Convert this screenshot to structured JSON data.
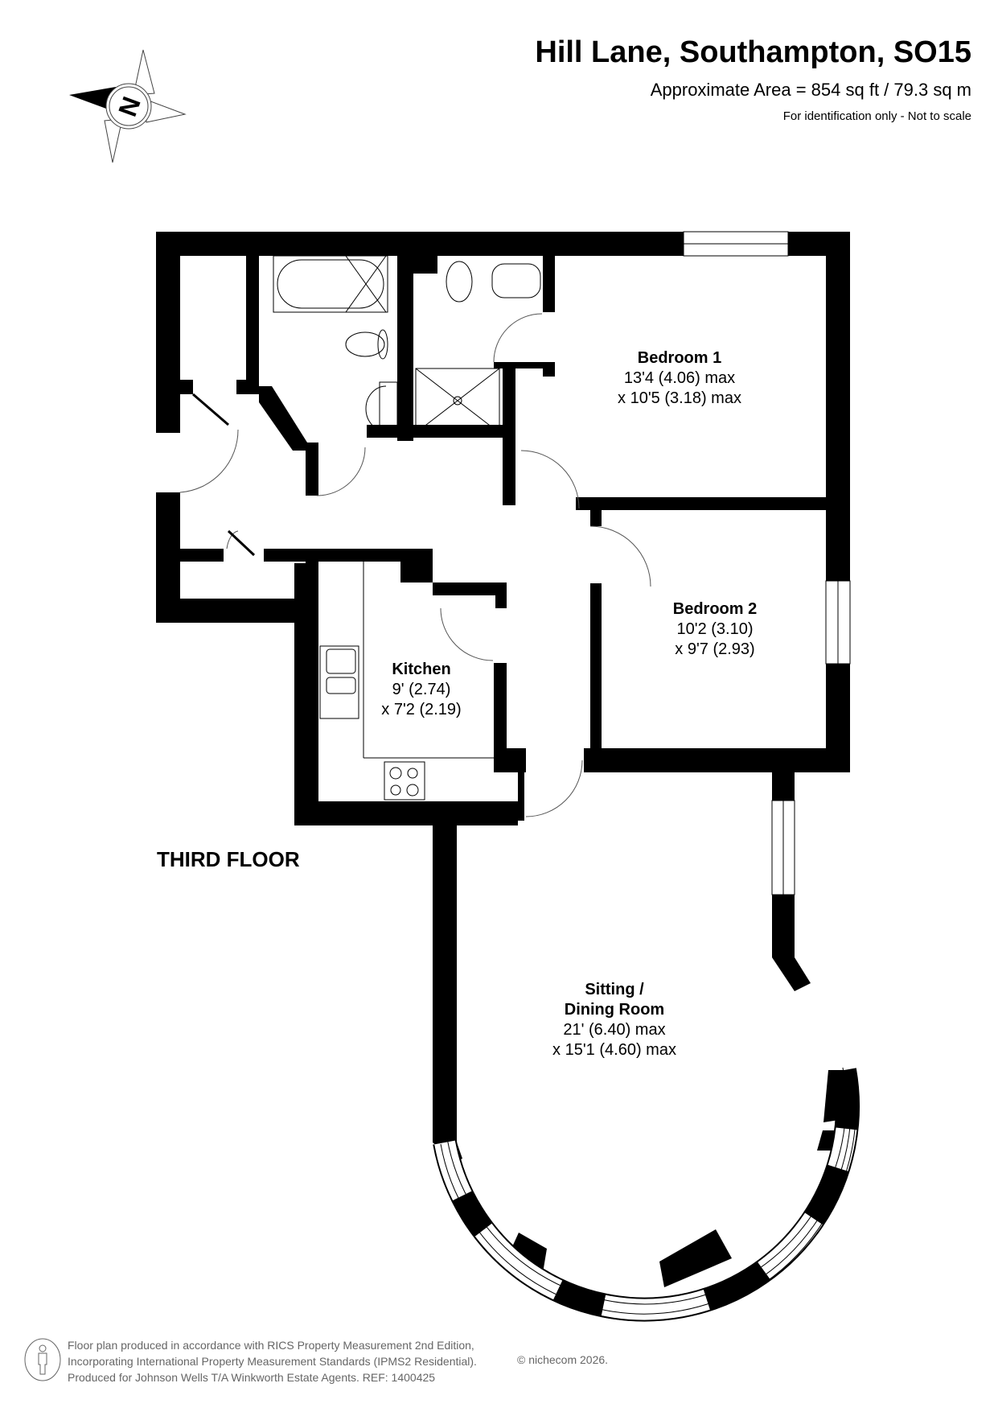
{
  "header": {
    "title": "Hill Lane, Southampton, SO15",
    "area": "Approximate Area = 854 sq ft / 79.3 sq m",
    "note": "For identification only - Not to scale"
  },
  "compass": {
    "icon": "north-compass-icon",
    "label": "N"
  },
  "floor_label": "THIRD FLOOR",
  "rooms": [
    {
      "name": "Bedroom 1",
      "dim1": "13'4 (4.06) max",
      "dim2": "x 10'5 (3.18) max"
    },
    {
      "name": "Bedroom 2",
      "dim1": "10'2 (3.10)",
      "dim2": "x 9'7 (2.93)"
    },
    {
      "name": "Kitchen",
      "dim1": "9' (2.74)",
      "dim2": "x 7'2 (2.19)"
    },
    {
      "name": "Sitting /",
      "name2": "Dining Room",
      "dim1": "21' (6.40) max",
      "dim2": "x 15'1 (4.60) max"
    }
  ],
  "footer": {
    "line1": "Floor plan produced in accordance with RICS Property Measurement 2nd Edition,",
    "line2": "Incorporating International Property Measurement Standards (IPMS2 Residential).",
    "line3": "Produced for Johnson Wells T/A Winkworth Estate Agents.   REF: 1400425",
    "brand": "© nichecom 2026."
  },
  "colors": {
    "wall": "#000000",
    "background": "#ffffff",
    "footer_text": "#666666"
  }
}
